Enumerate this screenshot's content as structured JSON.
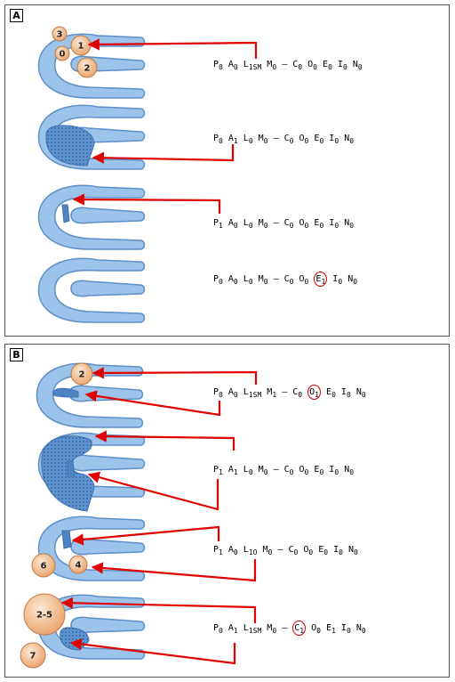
{
  "panels": {
    "a": {
      "label": "A",
      "rows": [
        {
          "formula": "P0 A0 L1SM M0 – C0 O0 E0 I0 N0",
          "balls": [
            "3",
            "1",
            "0",
            "2"
          ]
        },
        {
          "formula": "P0 A1 L0 M0 – C0 O0 E0 I0 N0",
          "balls": []
        },
        {
          "formula": "P1 A0 L0 M0 – C0 O0 E0 I0 N0",
          "balls": []
        },
        {
          "formula": "P0 A0 L0 M0 – C0 O0 E1 I0 N0",
          "balls": [],
          "circled": "E1"
        }
      ]
    },
    "b": {
      "label": "B",
      "rows": [
        {
          "formula": "P0 A0 L1SM M1 – C0 O1 E0 I0 N0",
          "balls": [
            "2"
          ],
          "circled": "O1"
        },
        {
          "formula": "P1 A1 L0 M0 – C0 O0 E0 I0 N0",
          "balls": []
        },
        {
          "formula": "P1 A0 L1O M0 – C0 O0 E0 I0 N0",
          "balls": [
            "6",
            "4"
          ]
        },
        {
          "formula": "P0 A1 L1SM M0 – C1 O0 E1 I0 N0",
          "balls": [
            "2-5",
            "7"
          ],
          "circled": "C1"
        }
      ]
    }
  },
  "colors": {
    "arrow": "#e00000",
    "tissue": "#9cc3ea",
    "tissue_edge": "#5e8fc7",
    "ball": "#f6c89a",
    "circle": "#d40000"
  }
}
